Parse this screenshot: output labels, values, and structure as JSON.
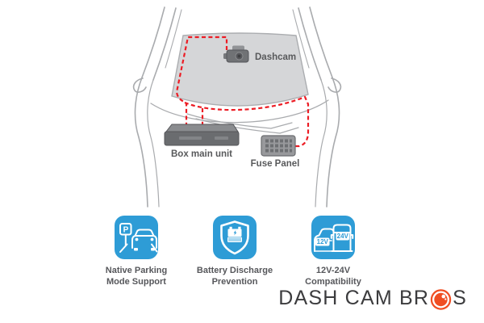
{
  "diagram": {
    "device_labels": {
      "dashcam": "Dashcam",
      "box_main_unit": "Box main unit",
      "fuse_panel": "Fuse Panel"
    },
    "colors": {
      "cable_red": "#EC1C24",
      "car_outline_gray": "#A9ABAE",
      "windshield_fill": "#D5D6D8",
      "device_gray": "#6A6C6F",
      "label_text": "#58595B"
    }
  },
  "features": {
    "icon_color": "#2E9CD6",
    "items": [
      {
        "label": "Native Parking\nMode Support",
        "badges": [
          "P"
        ]
      },
      {
        "label": "Battery Discharge\nPrevention",
        "badges": []
      },
      {
        "label": "12V-24V\nCompatibility",
        "badges": [
          "12V",
          "24V"
        ]
      }
    ]
  },
  "logo": {
    "part_before_lens": "DASH CAM BR",
    "part_after_lens": "S",
    "text_color": "#3C3C3E",
    "lens_color": "#F04E23"
  }
}
